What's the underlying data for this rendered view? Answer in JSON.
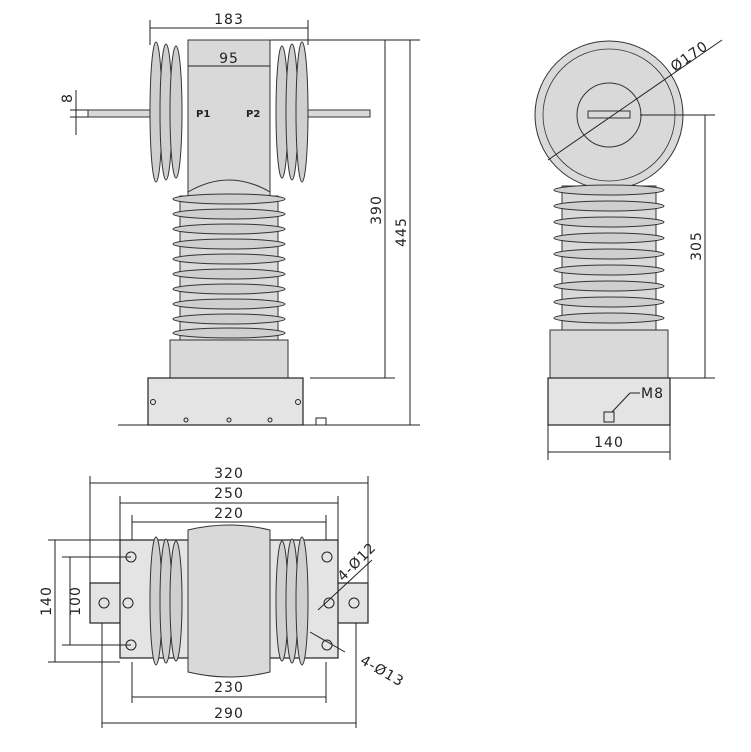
{
  "diagram": {
    "front_view": {
      "dim_top_width": "183",
      "dim_inner_width": "95",
      "dim_terminal": "8",
      "dim_height_a": "390",
      "dim_height_b": "445",
      "terminal_left": "P1",
      "terminal_right": "P2"
    },
    "side_view": {
      "dim_diameter": "Ø170",
      "dim_height": "305",
      "dim_base_width": "140",
      "bolt_label": "M8"
    },
    "top_view": {
      "dim_w320": "320",
      "dim_w250": "250",
      "dim_w220": "220",
      "dim_w230": "230",
      "dim_w290": "290",
      "dim_h140": "140",
      "dim_h100": "100",
      "hole_a": "4-Ø12",
      "hole_b": "4-Ø13"
    }
  }
}
